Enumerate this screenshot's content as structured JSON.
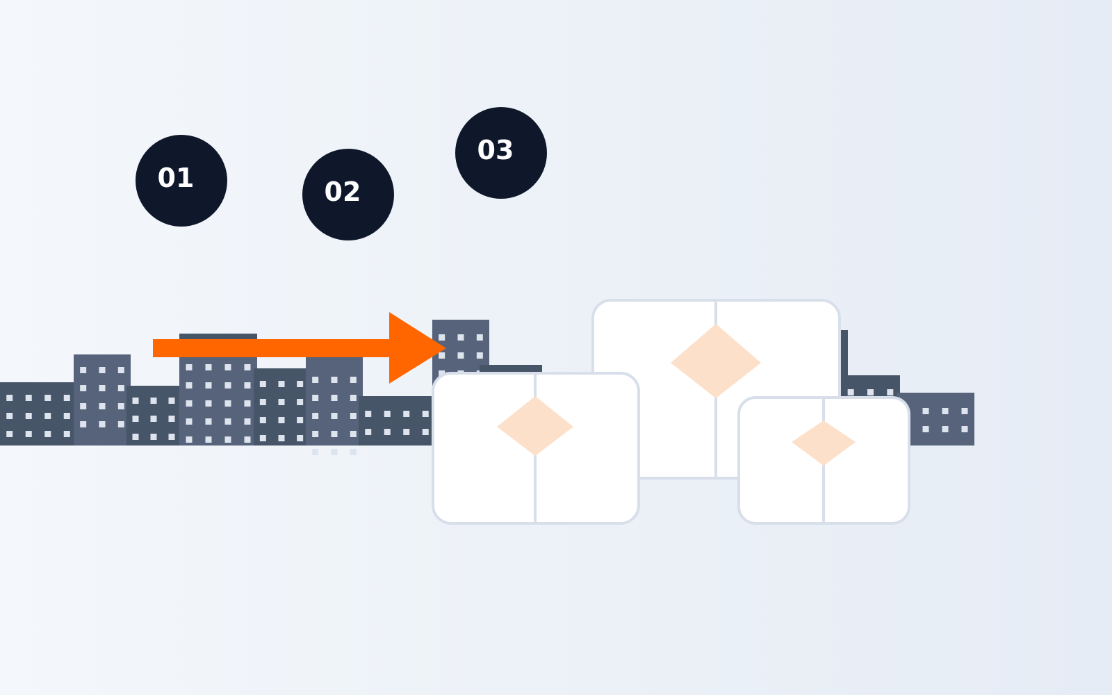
{
  "steps": [
    {
      "number": "01"
    },
    {
      "number": "02"
    },
    {
      "number": "03"
    }
  ],
  "colors": {
    "arrow": "#ff6600",
    "circle": "#0f172a",
    "building_dark": "#475569",
    "building_mid": "#525f73",
    "window": "#dde4ee",
    "box_border": "#d8dfea",
    "box_fill": "#ffffff",
    "diamond": "#fde0ca"
  },
  "icons": [
    "city-skyline-icon",
    "arrow-right-icon",
    "package-box-icon"
  ]
}
